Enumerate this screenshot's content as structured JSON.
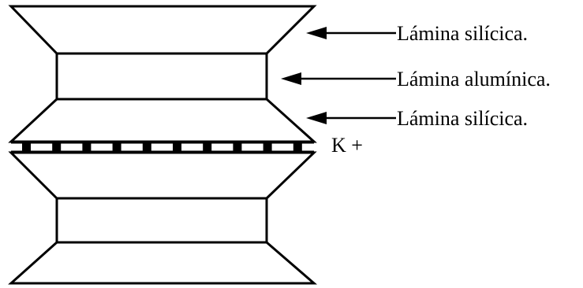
{
  "labels": {
    "top_silica": "Lámina silícica.",
    "alumina": "Lámina alumínica.",
    "bottom_silica": "Lámina silícica.",
    "potassium": "K +"
  },
  "colors": {
    "stroke": "#000000",
    "background": "#ffffff"
  }
}
